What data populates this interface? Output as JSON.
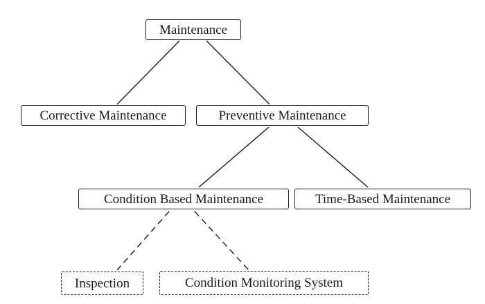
{
  "diagram": {
    "type": "tree",
    "background_color": "#ffffff",
    "line_color": "#1b1b1b",
    "nodes": {
      "maintenance": {
        "label": "Maintenance",
        "style": "solid",
        "level": 1
      },
      "corrective": {
        "label": "Corrective Maintenance",
        "style": "solid",
        "level": 2
      },
      "preventive": {
        "label": "Preventive Maintenance",
        "style": "solid",
        "level": 2
      },
      "condition_based": {
        "label": "Condition Based Maintenance",
        "style": "solid",
        "level": 3
      },
      "time_based": {
        "label": "Time-Based Maintenance",
        "style": "solid",
        "level": 3
      },
      "inspection": {
        "label": "Inspection",
        "style": "dashed",
        "level": 4
      },
      "condition_monitoring": {
        "label": "Condition Monitoring System",
        "style": "dashed",
        "level": 4
      }
    },
    "edges": [
      {
        "from": "maintenance",
        "to": "corrective",
        "style": "solid"
      },
      {
        "from": "maintenance",
        "to": "preventive",
        "style": "solid"
      },
      {
        "from": "preventive",
        "to": "condition_based",
        "style": "solid"
      },
      {
        "from": "preventive",
        "to": "time_based",
        "style": "solid"
      },
      {
        "from": "condition_based",
        "to": "inspection",
        "style": "dashed"
      },
      {
        "from": "condition_based",
        "to": "condition_monitoring",
        "style": "dashed"
      }
    ]
  }
}
